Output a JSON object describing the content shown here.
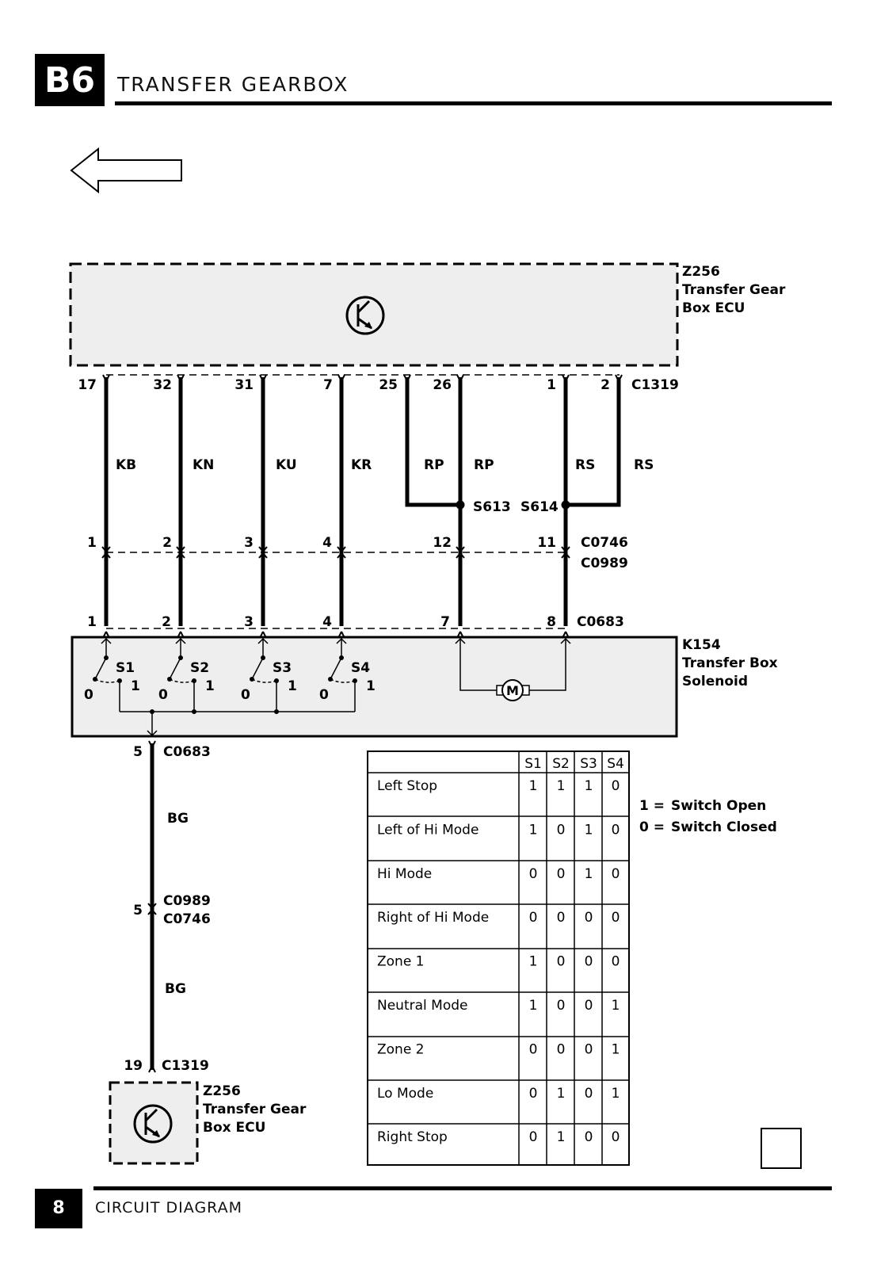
{
  "header": {
    "code": "B6",
    "title": "TRANSFER GEARBOX"
  },
  "footer": {
    "page_number": "8",
    "label": "CIRCUIT DIAGRAM"
  },
  "navigation": {
    "icon": "left-arrow-icon"
  },
  "ecu_top": {
    "id": "Z256",
    "line1": "Transfer Gear",
    "line2": "Box ECU",
    "icon": "transistor-icon"
  },
  "ecu_bottom": {
    "id": "Z256",
    "line1": "Transfer Gear",
    "line2": "Box ECU",
    "icon": "transistor-icon"
  },
  "solenoid": {
    "id": "K154",
    "line1": "Transfer Box",
    "line2": "Solenoid",
    "motor_symbol": "M"
  },
  "connectors": {
    "ecu": "C1319",
    "inline_a": "C0746",
    "inline_b": "C0989",
    "solenoid": "C0683",
    "bg_top": "C0683",
    "bg_mid_a": "C0989",
    "bg_mid_b": "C0746",
    "bg_bottom": "C1319"
  },
  "wires": {
    "ecu_pins": [
      "17",
      "32",
      "31",
      "7",
      "25",
      "26",
      "1",
      "2"
    ],
    "colors": [
      "KB",
      "KN",
      "KU",
      "KR",
      "RP",
      "RP",
      "RS",
      "RS"
    ],
    "inline_pins": [
      "1",
      "2",
      "3",
      "4",
      "12",
      "11"
    ],
    "solenoid_pins": [
      "1",
      "2",
      "3",
      "4",
      "7",
      "8"
    ]
  },
  "splices": [
    "S613",
    "S614"
  ],
  "switches": [
    {
      "name": "S1",
      "pos0": "0",
      "pos1": "1"
    },
    {
      "name": "S2",
      "pos0": "0",
      "pos1": "1"
    },
    {
      "name": "S3",
      "pos0": "0",
      "pos1": "1"
    },
    {
      "name": "S4",
      "pos0": "0",
      "pos1": "1"
    }
  ],
  "ground_circuit": {
    "pin_top": "5",
    "pin_mid": "5",
    "pin_bottom": "19",
    "color_upper": "BG",
    "color_lower": "BG"
  },
  "legend": {
    "one": "1 =",
    "one_label": "Switch Open",
    "zero": "0 =",
    "zero_label": "Switch Closed"
  },
  "truth_table": {
    "headers": [
      "",
      "S1",
      "S2",
      "S3",
      "S4"
    ],
    "rows": [
      [
        "Left Stop",
        "1",
        "1",
        "1",
        "0"
      ],
      [
        "Left of Hi Mode",
        "1",
        "0",
        "1",
        "0"
      ],
      [
        "Hi Mode",
        "0",
        "0",
        "1",
        "0"
      ],
      [
        "Right of Hi Mode",
        "0",
        "0",
        "0",
        "0"
      ],
      [
        "Zone 1",
        "1",
        "0",
        "0",
        "0"
      ],
      [
        "Neutral Mode",
        "1",
        "0",
        "0",
        "1"
      ],
      [
        "Zone 2",
        "0",
        "0",
        "0",
        "1"
      ],
      [
        "Lo Mode",
        "0",
        "1",
        "0",
        "1"
      ],
      [
        "Right Stop",
        "0",
        "1",
        "0",
        "0"
      ]
    ]
  }
}
